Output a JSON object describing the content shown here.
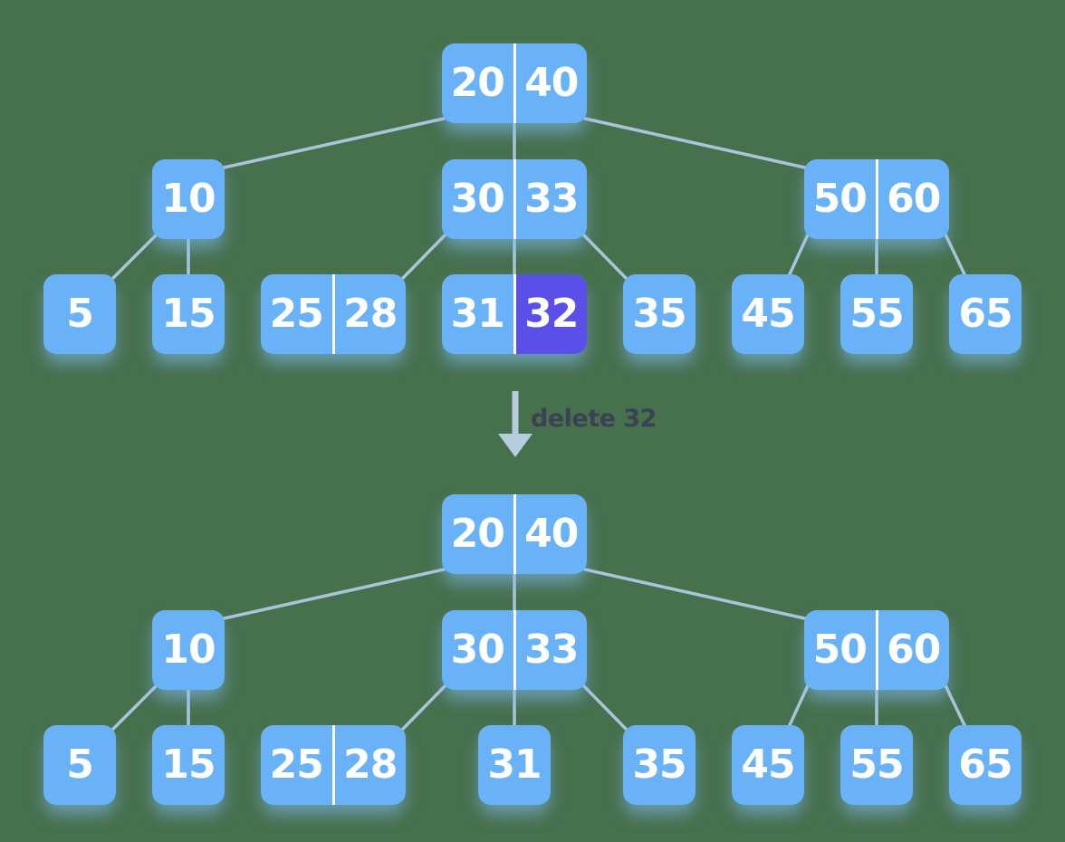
{
  "arrow_label": "delete 32",
  "highlighted_key": "32",
  "colors": {
    "node_fill": "#6ab2f8",
    "highlight_fill": "#5a4fe8",
    "key_text": "#ffffff",
    "edge_line": "#abc4dc",
    "arrow": "#b6cce1",
    "label_text": "#3a4253",
    "background": "#47704d"
  },
  "before": {
    "n2040": [
      "20",
      "40"
    ],
    "n10": [
      "10"
    ],
    "n3033": [
      "30",
      "33"
    ],
    "n5060": [
      "50",
      "60"
    ],
    "n5": [
      "5"
    ],
    "n15": [
      "15"
    ],
    "n2528": [
      "25",
      "28"
    ],
    "n3132": [
      "31",
      "32"
    ],
    "n35": [
      "35"
    ],
    "n45": [
      "45"
    ],
    "n55": [
      "55"
    ],
    "n65": [
      "65"
    ]
  },
  "after": {
    "n2040": [
      "20",
      "40"
    ],
    "n10": [
      "10"
    ],
    "n3033": [
      "30",
      "33"
    ],
    "n5060": [
      "50",
      "60"
    ],
    "n5": [
      "5"
    ],
    "n15": [
      "15"
    ],
    "n2528": [
      "25",
      "28"
    ],
    "n31": [
      "31"
    ],
    "n35": [
      "35"
    ],
    "n45": [
      "45"
    ],
    "n55": [
      "55"
    ],
    "n65": [
      "65"
    ]
  }
}
